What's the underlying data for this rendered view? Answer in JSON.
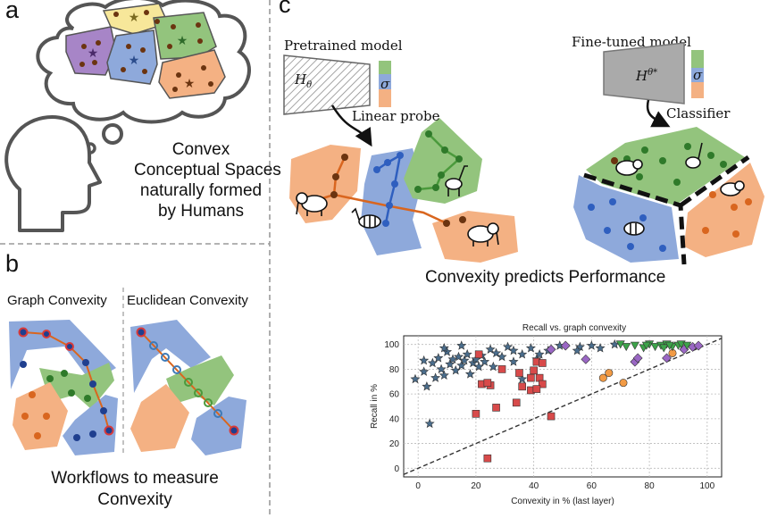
{
  "panels": {
    "a": {
      "letter": "a",
      "caption_lines": [
        "Convex",
        "Conceptual Spaces",
        "naturally formed",
        "by Humans"
      ]
    },
    "b": {
      "letter": "b",
      "graph_title": "Graph Convexity",
      "euclid_title": "Euclidean Convexity",
      "caption_lines": [
        "Workflows to measure",
        "Convexity"
      ]
    },
    "c": {
      "letter": "c",
      "pretrained_label": "Pretrained model",
      "pretrained_symbol": "H",
      "pretrained_sub": "θ",
      "finetuned_label": "Fine-tuned model",
      "finetuned_symbol": "H",
      "finetuned_sub": "θ*",
      "sigma": "σ",
      "linear_probe": "Linear probe",
      "classifier": "Classifier",
      "predicts": "Convexity predicts Performance"
    }
  },
  "colors": {
    "yellow": "#f7e79a",
    "green": "#93c47d",
    "blue": "#8ea9db",
    "orange": "#f4b183",
    "purple": "#a785c7",
    "dot": "#6b3410",
    "probe_line": "#d9661f",
    "grey_dash": "#9a9a9a"
  },
  "chart_data": {
    "type": "scatter",
    "title": "Recall vs. graph convexity",
    "xlabel": "Convexity in % (last layer)",
    "ylabel": "Recall in %",
    "xlim": [
      -5,
      105
    ],
    "ylim": [
      -7,
      107
    ],
    "xticks": [
      "0",
      "20",
      "40",
      "60",
      "80",
      "100"
    ],
    "yticks": [
      "0",
      "20",
      "40",
      "60",
      "80",
      "100"
    ],
    "grid": true,
    "diagonal": "y = x (dashed)",
    "series": [
      {
        "marker": "star",
        "color": "#4a6d8c",
        "points": [
          [
            4,
            36
          ],
          [
            -1,
            72
          ],
          [
            2,
            78
          ],
          [
            3,
            66
          ],
          [
            5,
            85
          ],
          [
            6,
            73
          ],
          [
            7,
            89
          ],
          [
            8,
            80
          ],
          [
            9,
            75
          ],
          [
            10,
            94
          ],
          [
            11,
            84
          ],
          [
            12,
            88
          ],
          [
            13,
            79
          ],
          [
            14,
            90
          ],
          [
            15,
            83
          ],
          [
            16,
            87
          ],
          [
            17,
            92
          ],
          [
            18,
            76
          ],
          [
            19,
            85
          ],
          [
            20,
            88
          ],
          [
            21,
            82
          ],
          [
            22,
            91
          ],
          [
            23,
            86
          ],
          [
            25,
            96
          ],
          [
            27,
            93
          ],
          [
            29,
            90
          ],
          [
            31,
            98
          ],
          [
            33,
            86
          ],
          [
            36,
            92
          ],
          [
            39,
            97
          ],
          [
            41,
            88
          ],
          [
            45,
            95
          ],
          [
            49,
            99
          ],
          [
            56,
            98
          ],
          [
            63,
            97
          ],
          [
            68,
            100
          ],
          [
            2,
            87
          ],
          [
            9,
            97
          ],
          [
            15,
            99
          ],
          [
            26,
            82
          ],
          [
            33,
            95
          ],
          [
            42,
            92
          ],
          [
            55,
            95
          ],
          [
            60,
            99
          ],
          [
            36,
            72
          ]
        ]
      },
      {
        "marker": "square",
        "color": "#d84a4a",
        "points": [
          [
            24,
            8
          ],
          [
            20,
            44
          ],
          [
            27,
            49
          ],
          [
            34,
            53
          ],
          [
            46,
            42
          ],
          [
            22,
            68
          ],
          [
            25,
            67
          ],
          [
            24,
            69
          ],
          [
            29,
            80
          ],
          [
            35,
            77
          ],
          [
            36,
            66
          ],
          [
            39,
            73
          ],
          [
            40,
            79
          ],
          [
            41,
            86
          ],
          [
            42,
            73
          ],
          [
            43,
            85
          ],
          [
            43,
            68
          ],
          [
            39,
            63
          ],
          [
            41,
            64
          ],
          [
            21,
            92
          ]
        ]
      },
      {
        "marker": "circle",
        "color": "#f29b45",
        "points": [
          [
            64,
            73
          ],
          [
            66,
            77
          ],
          [
            71,
            69
          ],
          [
            88,
            93
          ]
        ]
      },
      {
        "marker": "diamond",
        "color": "#9a67c4",
        "points": [
          [
            46,
            96
          ],
          [
            51,
            99
          ],
          [
            58,
            88
          ],
          [
            75,
            86
          ],
          [
            76,
            89
          ],
          [
            86,
            89
          ],
          [
            92,
            96
          ],
          [
            95,
            98
          ],
          [
            97,
            99
          ]
        ]
      },
      {
        "marker": "triangle",
        "color": "#3da34a",
        "points": [
          [
            72,
            98
          ],
          [
            75,
            99
          ],
          [
            78,
            97
          ],
          [
            80,
            100
          ],
          [
            82,
            98
          ],
          [
            84,
            99
          ],
          [
            86,
            100
          ],
          [
            88,
            98
          ],
          [
            90,
            99
          ],
          [
            91,
            100
          ],
          [
            93,
            99
          ],
          [
            85,
            97
          ],
          [
            70,
            100
          ],
          [
            79,
            99
          ],
          [
            87,
            99
          ]
        ]
      }
    ]
  }
}
